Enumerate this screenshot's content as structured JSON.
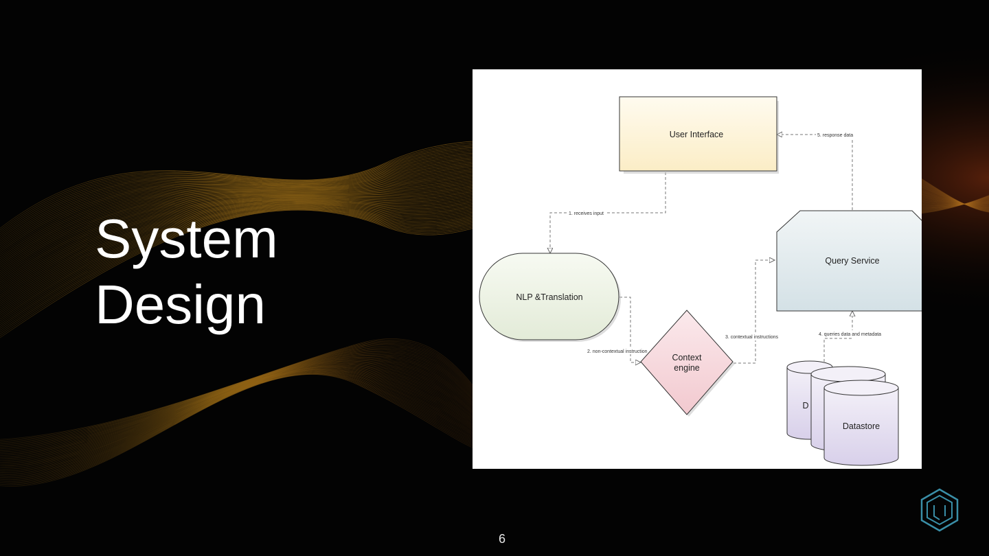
{
  "slide": {
    "title_line1": "System",
    "title_line2": "Design",
    "page_number": "6"
  },
  "colors": {
    "background": "#030303",
    "wave_color": "#c88a1a",
    "title_text": "#ffffff",
    "logo_color": "#3a8fa8",
    "ui_fill": "#fdf3d6",
    "nlp_fill": "#eef3e6",
    "context_fill": "#f6d6da",
    "query_fill": "#dde8ec",
    "datastore_fill": "#e2dcef"
  },
  "diagram": {
    "nodes": {
      "user_interface": "User Interface",
      "nlp_translation": "NLP &Translation",
      "context_engine_line1": "Context",
      "context_engine_line2": "engine",
      "query_service": "Query Service",
      "datastore_back": "D",
      "datastore": "Datastore"
    },
    "edges": {
      "e1": "1. receives input",
      "e2": "2. non-contextual instruction",
      "e3": "3. contextual instructions",
      "e4": "4. queries data and metadata",
      "e5": "5. response data"
    }
  },
  "icons": {
    "logo": "hexagon-logo-icon"
  }
}
